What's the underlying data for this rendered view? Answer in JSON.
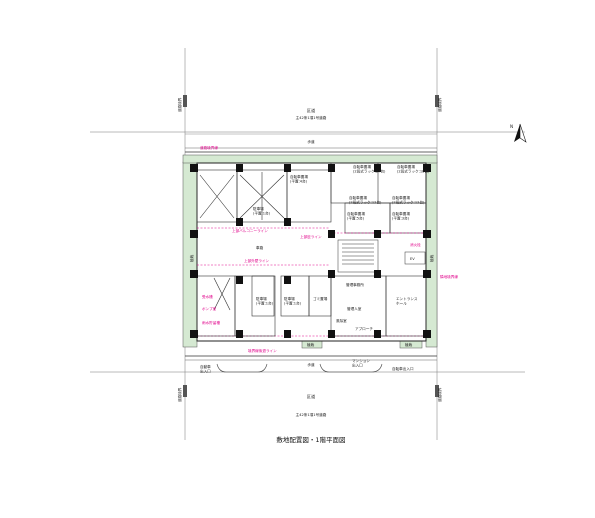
{
  "title": "敷地配置図・1階平面図",
  "north_label": "N",
  "roads": {
    "north_name": "区道",
    "north_desc": "主42条1項1号道路",
    "south_name": "区道",
    "south_desc": "主42条1項1号道路",
    "sidewalk_north": "歩道",
    "sidewalk_south": "歩道"
  },
  "boundary": {
    "left_top": "道路境界",
    "right_top": "道路境界",
    "left_bottom": "道路境界",
    "right_bottom": "道路境界"
  },
  "rooms": {
    "bike_rack_a": "自転車置場\n(2段式ラック:27台)",
    "bike_rack_b": "自転車置場\n(2段式ラック:18台)",
    "bike_rack_c": "自転車置場\n(2段式ラック:12台)",
    "bike_rack_d": "自転車置場\n(2段式ラック:12台)",
    "bike_rack_e": "自転車置場\n(平置:4台)",
    "bike_rack_f": "自転車置場\n(平置:5台)",
    "bike_rack_g": "自転車置場\n(平置:3台)",
    "parking_a": "駐車場\n(平置:1台)",
    "parking_b": "駐車場\n(平置:1台)",
    "parking_c": "駐車場\n(平置:1台)",
    "driveway": "車路",
    "mgmt_office": "管理事務所",
    "mgmt_room": "管理人室",
    "entrance_hall": "エントランス\nホール",
    "garbage": "ゴミ置場",
    "ev": "EV",
    "approach": "アプローチ",
    "windbreak": "風除室",
    "planting_left": "植栽",
    "planting_right": "植栽",
    "planting_s1": "植栽",
    "planting_s2": "植栽",
    "mansion_entrance": "マンション\n出入口",
    "bike_entrance": "自転車出入口",
    "car_entrance": "自動車\n出入口"
  },
  "notes": {
    "n1": "上部バルコニーライン",
    "n2": "上部庇ライン",
    "n3": "上部外壁ライン",
    "n4": "境界線後退ライン",
    "n5": "受水槽",
    "n6": "隣地境界線",
    "n7": "道路境界線",
    "n8": "雨水貯留槽",
    "n9": "ポンプ室",
    "n10": "消火栓"
  }
}
